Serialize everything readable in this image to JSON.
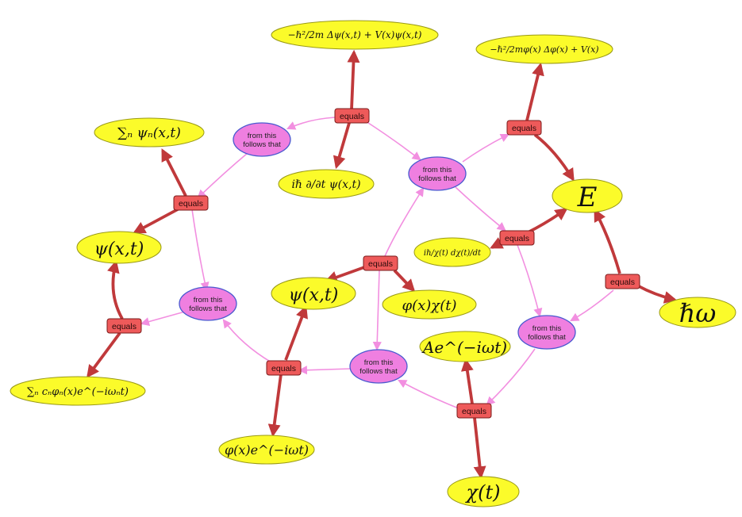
{
  "diagram": {
    "equals_label": "equals",
    "follows_label_line1": "from this",
    "follows_label_line2": "follows that",
    "colors": {
      "expression_fill": "#fbfb2a",
      "equals_fill": "#ee5a5a",
      "follows_fill": "#ef7fe0",
      "equals_edge": "#c0393b",
      "follows_edge": "#f28fe0"
    },
    "expressions": {
      "hamiltonian": "−ℏ²/2m Δψ(x,t) + V(x)ψ(x,t)",
      "ham_sep": "−ℏ²/2mφ(x) Δφ(x) + V(x)",
      "sum_psi": "∑ₙ ψₙ(x,t)",
      "time_deriv": "iℏ ∂/∂t ψ(x,t)",
      "energy": "E",
      "psi_left": "ψ(x,t)",
      "time_sep": "iℏ/χ(t) dχ(t)/dt",
      "psi_mid": "ψ(x,t)",
      "product": "φ(x)χ(t)",
      "hbar_omega": "ℏω",
      "exponential": "Ae^(−iωt)",
      "series": "∑ₙ cₙφₙ(x)e^(−iωₙt)",
      "stationary": "φ(x)e^(−iωt)",
      "chi": "χ(t)"
    }
  }
}
